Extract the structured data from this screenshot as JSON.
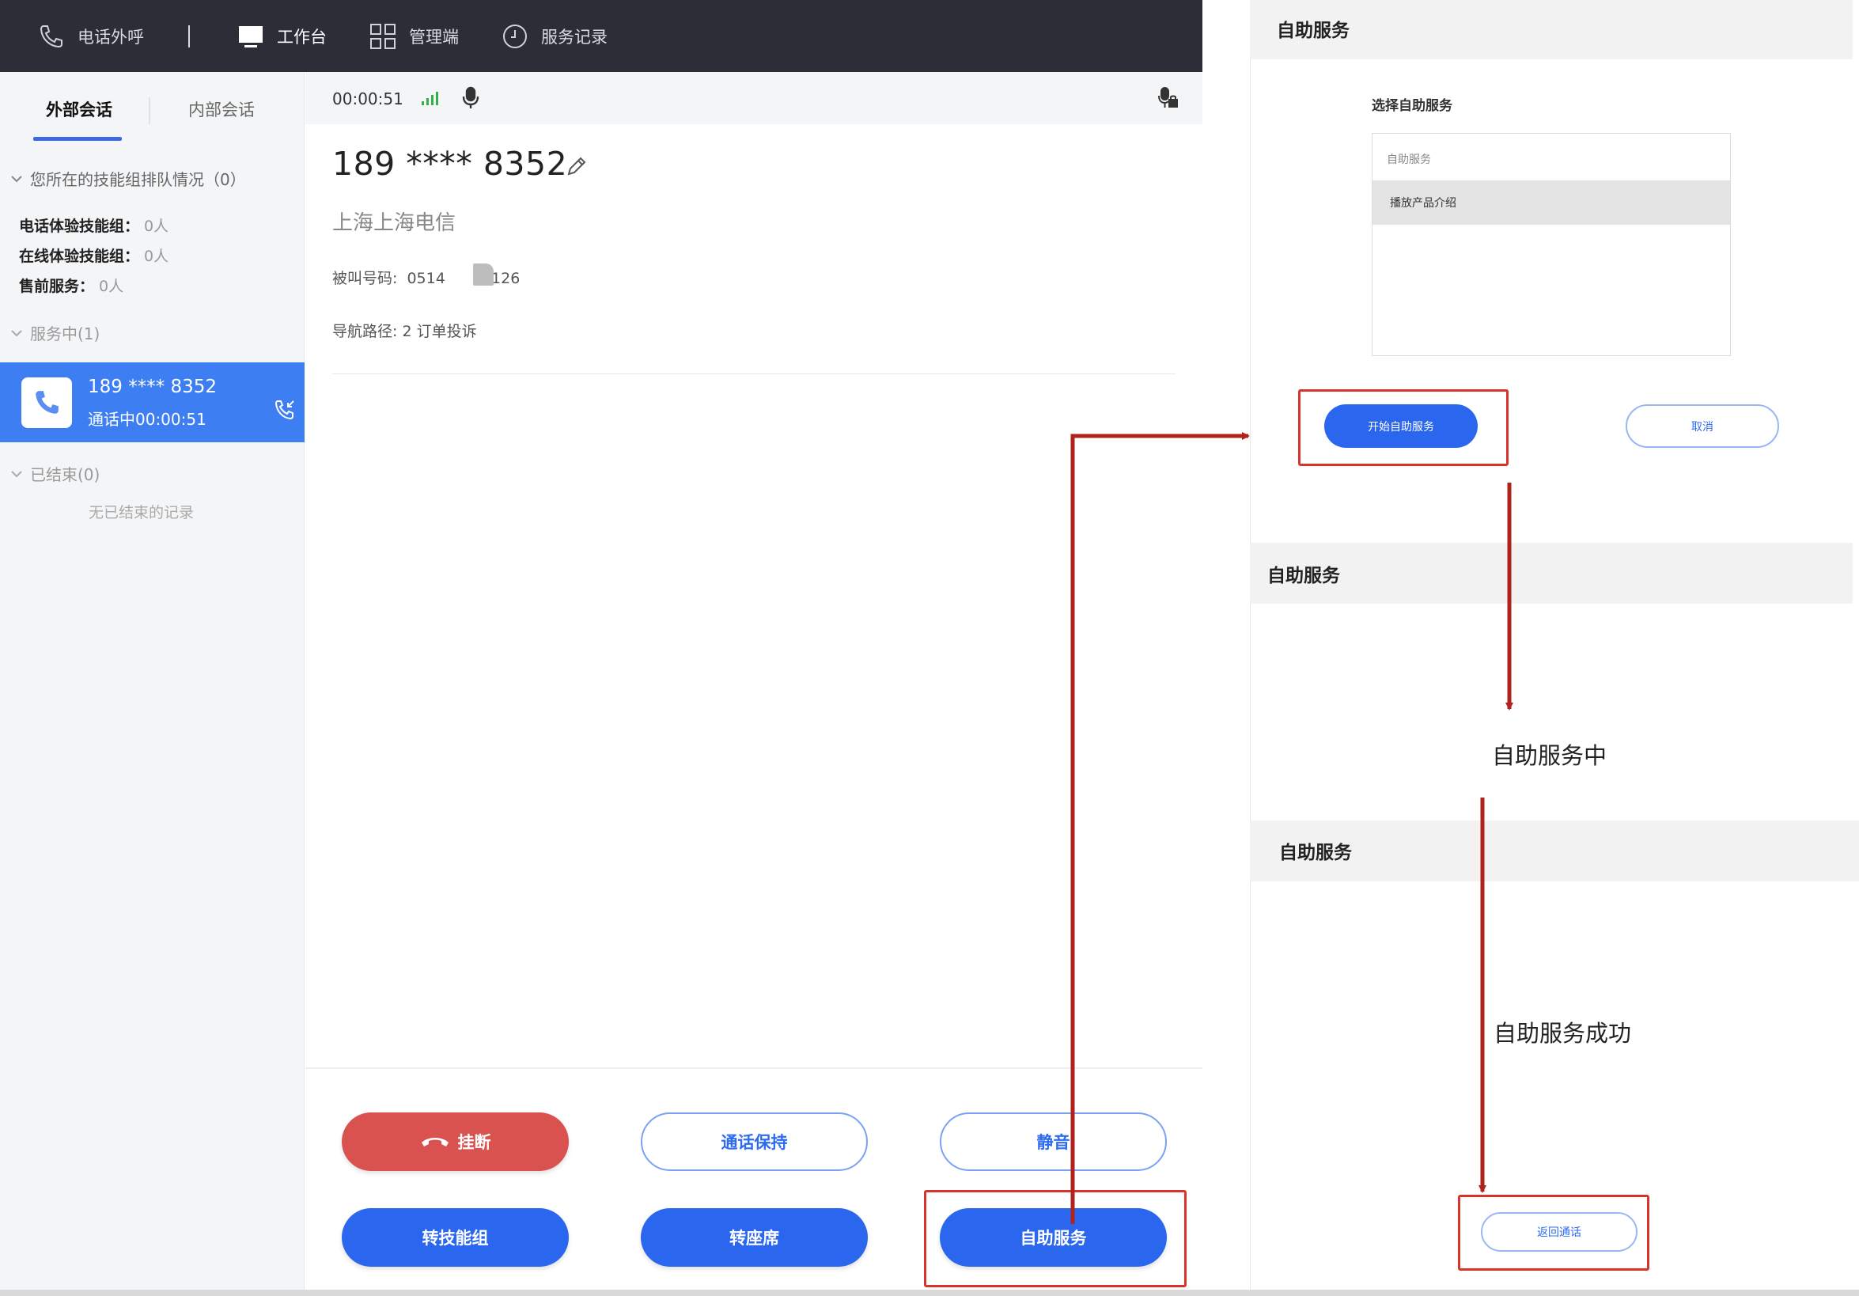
{
  "nav": {
    "outbound": "电话外呼",
    "workbench": "工作台",
    "admin": "管理端",
    "records": "服务记录"
  },
  "sidebar": {
    "tabs": [
      "外部会话",
      "内部会话"
    ],
    "queue_header": "您所在的技能组排队情况（0）",
    "queues": [
      {
        "name": "电话体验技能组",
        "sep": "：",
        "count": "0人"
      },
      {
        "name": "在线体验技能组",
        "sep": "：",
        "count": "0人"
      },
      {
        "name": "售前服务",
        "sep": "：",
        "count": "0人"
      }
    ],
    "in_service_header": "服务中(1)",
    "active_call": {
      "number": "189 **** 8352",
      "status": "通话中00:00:51"
    },
    "ended_header": "已结束(0)",
    "ended_empty": "无已结束的记录"
  },
  "main": {
    "timer": "00:00:51",
    "phone": "189 **** 8352",
    "carrier": "上海上海电信",
    "called_label": "被叫号码:",
    "called_number_a": "0514",
    "called_number_b": "64126",
    "nav_path": "导航路径: 2 订单投诉",
    "buttons": {
      "hangup": "挂断",
      "hold": "通话保持",
      "mute": "静音",
      "transfer_group": "转技能组",
      "transfer_seat": "转座席",
      "self_service": "自助服务"
    }
  },
  "flow": {
    "panel1": {
      "title": "自助服务",
      "select_label": "选择自助服务",
      "list_header": "自助服务",
      "list_item": "播放产品介绍",
      "start_btn": "开始自助服务",
      "cancel_btn": "取消"
    },
    "panel2": {
      "title": "自助服务",
      "status": "自助服务中"
    },
    "panel3": {
      "title": "自助服务",
      "status": "自助服务成功",
      "return_btn": "返回通话"
    }
  },
  "colors": {
    "accent": "#2b66ee",
    "danger": "#d9524f",
    "arrow": "#b0221c",
    "highlight_box": "#d9342b",
    "nav_bg": "#2b2e37",
    "signal": "#34b04a"
  }
}
